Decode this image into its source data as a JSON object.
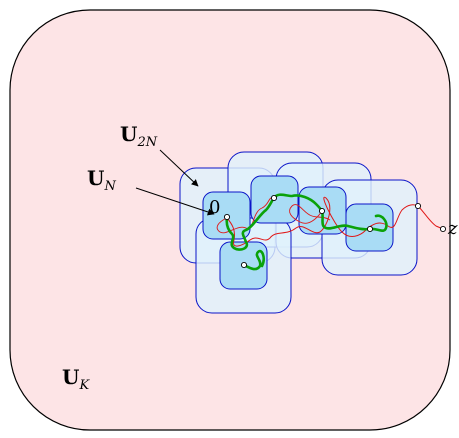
{
  "labels": {
    "outer_box": {
      "main": "U",
      "sub": "K"
    },
    "big_box": {
      "main": "U",
      "sub": "2N"
    },
    "small_box": {
      "main": "U",
      "sub": "N"
    },
    "origin": "0",
    "endpoint": "z"
  },
  "colors": {
    "outer_fill": "#fde4e6",
    "outer_stroke": "#000000",
    "big_fill": "#dff1fb",
    "small_fill": "#a9dcf5",
    "box_stroke": "#0a14c8",
    "red_path": "#e01818",
    "green_path": "#0aa20a",
    "arrow": "#000000"
  }
}
